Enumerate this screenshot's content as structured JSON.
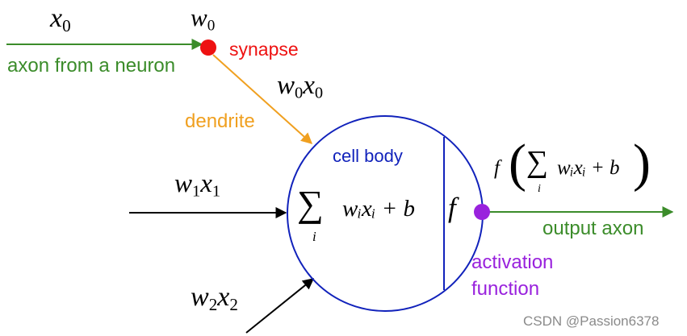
{
  "labels": {
    "x0": "x",
    "x0_sub": "0",
    "w0": "w",
    "w0_sub": "0",
    "synapse": "synapse",
    "axon_from_neuron": "axon from a neuron",
    "w0x0_w": "w",
    "w0x0_w_sub": "0",
    "w0x0_x": "x",
    "w0x0_x_sub": "0",
    "dendrite": "dendrite",
    "cell_body": "cell body",
    "w1x1_w": "w",
    "w1x1_w_sub": "1",
    "w1x1_x": "x",
    "w1x1_x_sub": "1",
    "w2x2_w": "w",
    "w2x2_w_sub": "2",
    "w2x2_x": "x",
    "w2x2_x_sub": "2",
    "sum_sigma": "∑",
    "sum_index": "i",
    "sum_expr": "wᵢxᵢ + b",
    "f_inner": "f",
    "f_out_f": "f",
    "f_out_open": "(",
    "f_out_sigma": "∑",
    "f_out_index": "i",
    "f_out_expr": "wᵢxᵢ + b",
    "f_out_close": ")",
    "output_axon": "output axon",
    "activation": "activation",
    "function": "function",
    "watermark": "CSDN @Passion6378"
  },
  "colors": {
    "green": "#3b8c2a",
    "orange": "#f0a020",
    "red": "#ee1111",
    "blue": "#1122bb",
    "purple": "#9922dd",
    "black": "#000000"
  }
}
